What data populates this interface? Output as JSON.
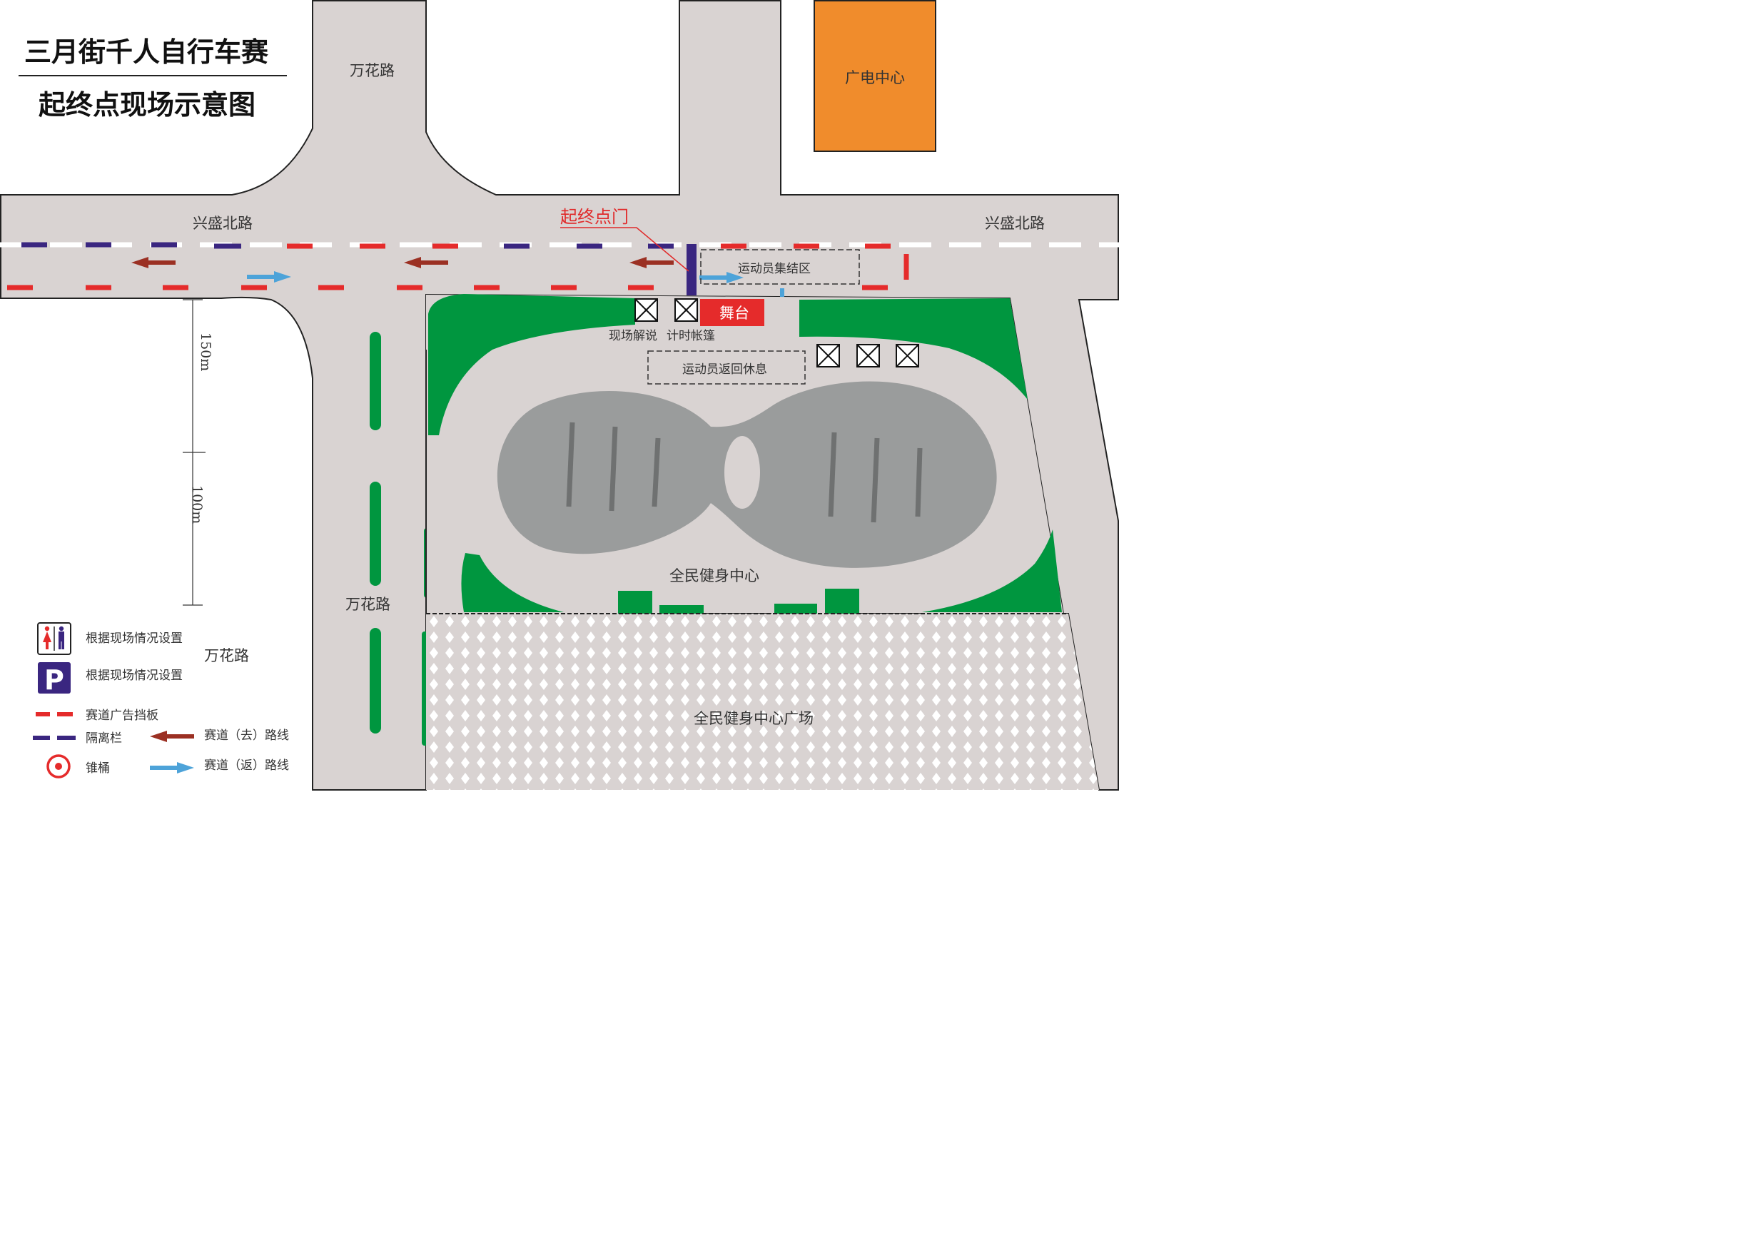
{
  "title": {
    "line1": "三月街千人自行车赛",
    "line2": "起终点现场示意图"
  },
  "roads": {
    "north_road": "万花路",
    "west_road": "兴盛北路",
    "east_road": "兴盛北路",
    "south_road": "万花路",
    "lower_left_road": "万花路"
  },
  "buildings": {
    "broadcast_center": "广电中心",
    "fitness_center": "全民健身中心",
    "fitness_plaza": "全民健身中心广场"
  },
  "areas": {
    "start_finish_gate": "起终点门",
    "athlete_assembly": "运动员集结区",
    "stage": "舞台",
    "commentary": "现场解说",
    "timing_tent": "计时帐篷",
    "athlete_rest": "运动员返回休息"
  },
  "distances": {
    "upper": "150m",
    "lower": "100m"
  },
  "legend": {
    "toilet": "根据现场情况设置",
    "parking": "根据现场情况设置",
    "parking_letter": "P",
    "ad_board": "赛道广告挡板",
    "barrier": "隔离栏",
    "cone": "锥桶",
    "route_out": "赛道（去）路线",
    "route_back": "赛道（返）路线"
  },
  "colors": {
    "road": "#d9d3d2",
    "green": "#00963f",
    "building_orange": "#f08c2c",
    "stage_red": "#e52b2b",
    "barrier_purple": "#3a2680",
    "route_out": "#9b3023",
    "route_back": "#4da3d9",
    "venue_gray": "#9a9c9c"
  },
  "icons": {
    "tent": "tent-x-icon",
    "toilet": "toilet-icon",
    "parking": "parking-icon",
    "cone": "cone-target-icon"
  }
}
